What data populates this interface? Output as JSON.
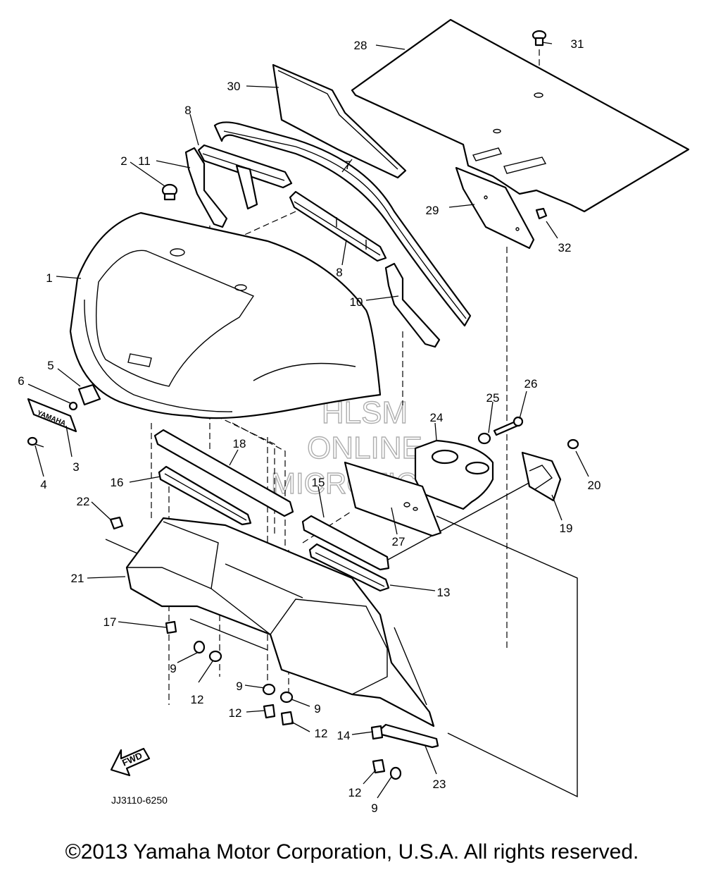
{
  "watermark": {
    "line1": "HLSM",
    "line2": "ONLINE",
    "line3": "MICROFICHE"
  },
  "diagram_code": "JJ3110-6250",
  "fwd_arrow": "FWD",
  "emblem_text": "YAMAHA",
  "copyright": "©2013 Yamaha Motor Corporation, U.S.A. All rights reserved.",
  "callouts": [
    {
      "id": "c1",
      "label": "1"
    },
    {
      "id": "c2",
      "label": "2"
    },
    {
      "id": "c3",
      "label": "3"
    },
    {
      "id": "c4",
      "label": "4"
    },
    {
      "id": "c5",
      "label": "5"
    },
    {
      "id": "c6",
      "label": "6"
    },
    {
      "id": "c7",
      "label": "7"
    },
    {
      "id": "c8a",
      "label": "8"
    },
    {
      "id": "c8b",
      "label": "8"
    },
    {
      "id": "c9a",
      "label": "9"
    },
    {
      "id": "c9b",
      "label": "9"
    },
    {
      "id": "c9c",
      "label": "9"
    },
    {
      "id": "c9d",
      "label": "9"
    },
    {
      "id": "c10",
      "label": "10"
    },
    {
      "id": "c11",
      "label": "11"
    },
    {
      "id": "c12a",
      "label": "12"
    },
    {
      "id": "c12b",
      "label": "12"
    },
    {
      "id": "c12c",
      "label": "12"
    },
    {
      "id": "c12d",
      "label": "12"
    },
    {
      "id": "c13",
      "label": "13"
    },
    {
      "id": "c14",
      "label": "14"
    },
    {
      "id": "c15",
      "label": "15"
    },
    {
      "id": "c16",
      "label": "16"
    },
    {
      "id": "c17",
      "label": "17"
    },
    {
      "id": "c18",
      "label": "18"
    },
    {
      "id": "c19",
      "label": "19"
    },
    {
      "id": "c20",
      "label": "20"
    },
    {
      "id": "c21",
      "label": "21"
    },
    {
      "id": "c22",
      "label": "22"
    },
    {
      "id": "c23",
      "label": "23"
    },
    {
      "id": "c24",
      "label": "24"
    },
    {
      "id": "c25",
      "label": "25"
    },
    {
      "id": "c26",
      "label": "26"
    },
    {
      "id": "c27",
      "label": "27"
    },
    {
      "id": "c28",
      "label": "28"
    },
    {
      "id": "c29",
      "label": "29"
    },
    {
      "id": "c30",
      "label": "30"
    },
    {
      "id": "c31",
      "label": "31"
    },
    {
      "id": "c32",
      "label": "32"
    }
  ]
}
